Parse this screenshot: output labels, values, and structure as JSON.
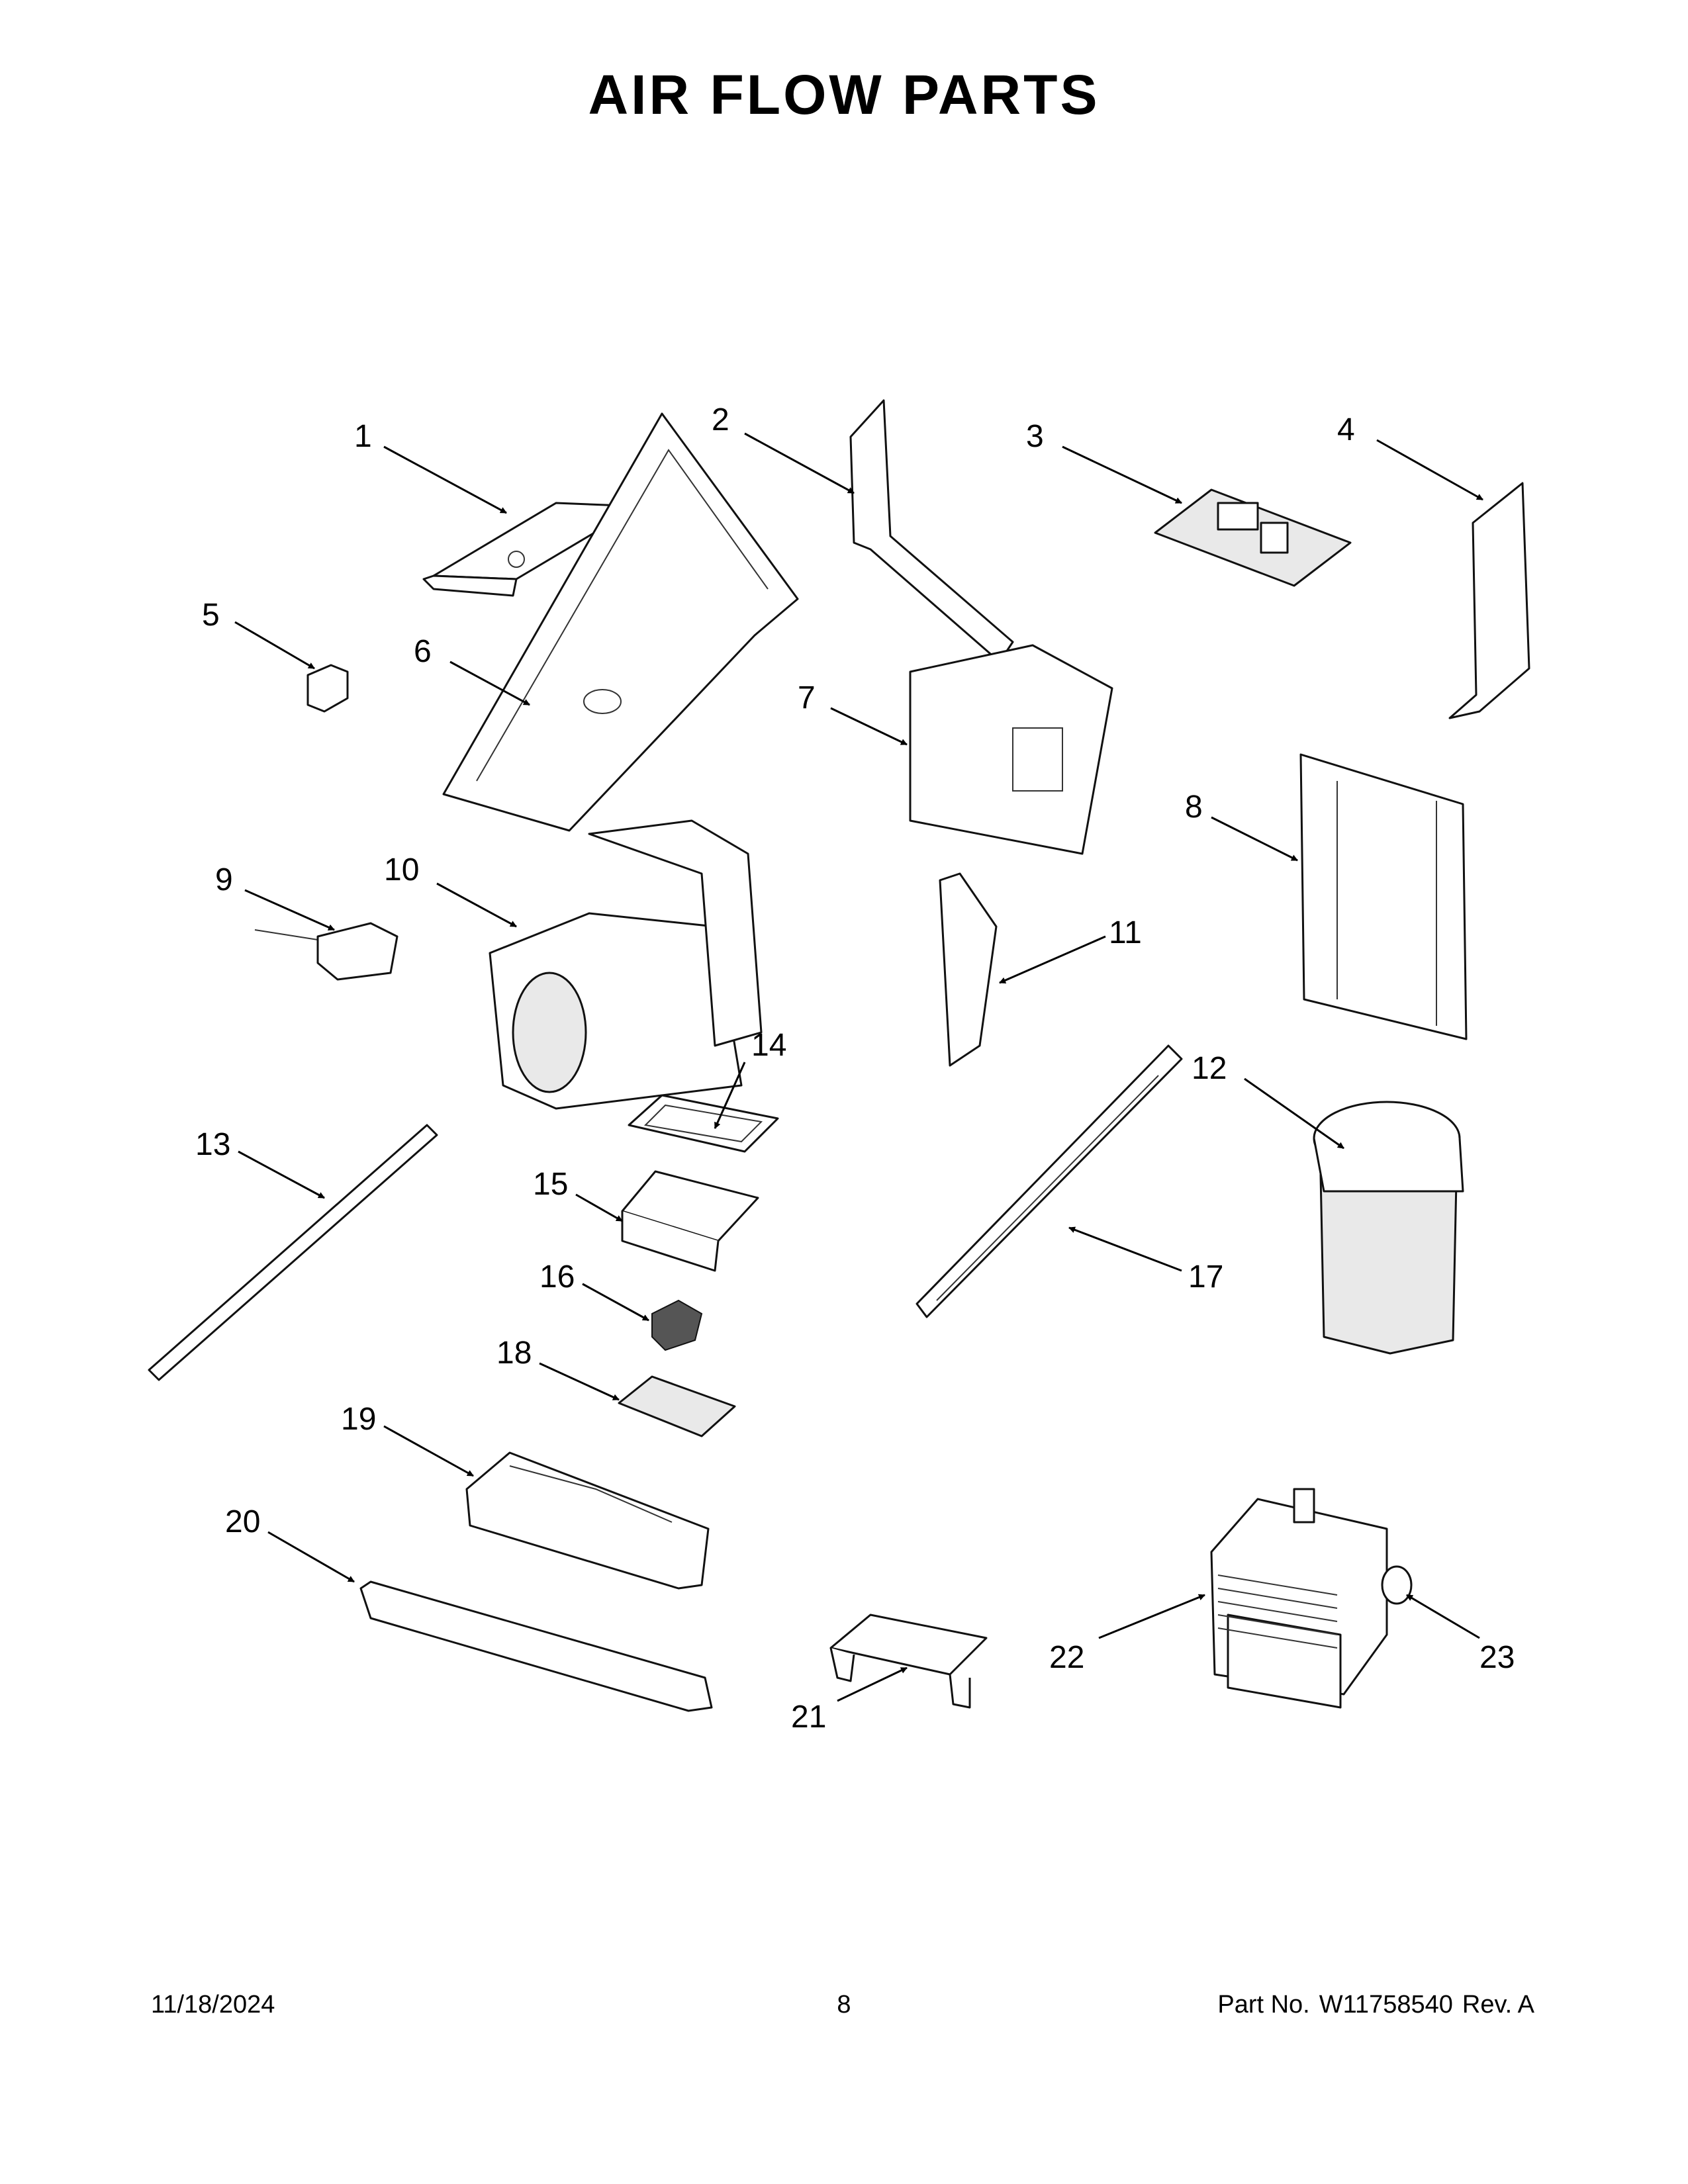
{
  "title": "AIR FLOW PARTS",
  "footer": {
    "date": "11/18/2024",
    "page_number": "8",
    "part_no_label": "Part No.",
    "part_no": "W11758540",
    "revision": "Rev. A"
  },
  "callouts": [
    "1",
    "2",
    "3",
    "4",
    "5",
    "6",
    "7",
    "8",
    "9",
    "10",
    "11",
    "12",
    "13",
    "14",
    "15",
    "16",
    "17",
    "18",
    "19",
    "20",
    "21",
    "22",
    "23"
  ]
}
